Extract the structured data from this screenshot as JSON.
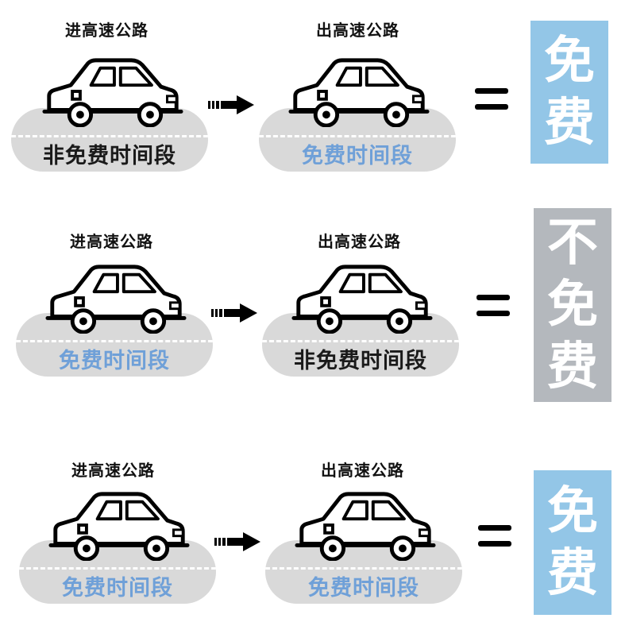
{
  "colors": {
    "free_text": "#6fa0d8",
    "nonfree_text": "#1a1a1a",
    "free_box": "#93c6e7",
    "nonfree_box": "#b4b8bd",
    "pill_bg": "#d9d9d9"
  },
  "rows": [
    {
      "entry_label": "进高速公路",
      "entry_period": "非免费时间段",
      "entry_period_free": false,
      "exit_label": "出高速公路",
      "exit_period": "免费时间段",
      "exit_period_free": true,
      "result_chars": [
        "免",
        "费"
      ],
      "result_free": true
    },
    {
      "entry_label": "进高速公路",
      "entry_period": "免费时间段",
      "entry_period_free": true,
      "exit_label": "出高速公路",
      "exit_period": "非免费时间段",
      "exit_period_free": false,
      "result_chars": [
        "不",
        "免",
        "费"
      ],
      "result_free": false
    },
    {
      "entry_label": "进高速公路",
      "entry_period": "免费时间段",
      "entry_period_free": true,
      "exit_label": "出高速公路",
      "exit_period": "免费时间段",
      "exit_period_free": true,
      "result_chars": [
        "免",
        "费"
      ],
      "result_free": true
    }
  ]
}
